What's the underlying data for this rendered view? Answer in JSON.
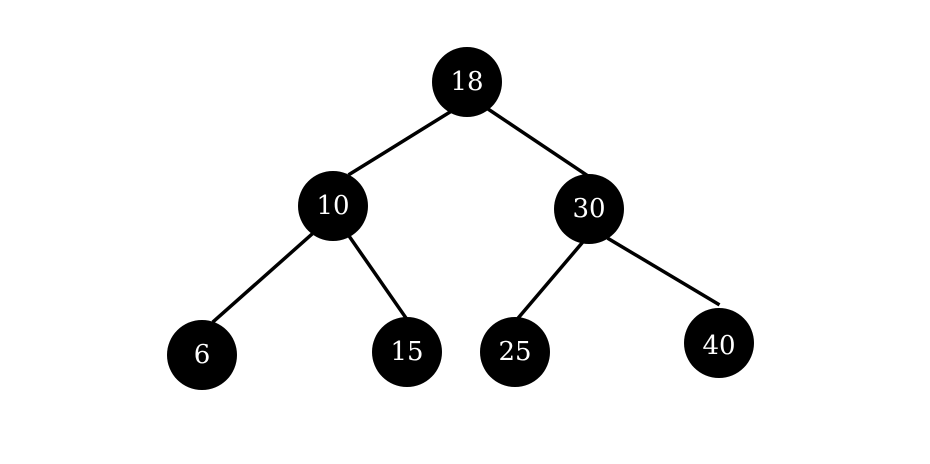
{
  "tree": {
    "nodes": [
      {
        "id": "n18",
        "label": "18"
      },
      {
        "id": "n10",
        "label": "10"
      },
      {
        "id": "n30",
        "label": "30"
      },
      {
        "id": "n6",
        "label": "6"
      },
      {
        "id": "n15",
        "label": "15"
      },
      {
        "id": "n25",
        "label": "25"
      },
      {
        "id": "n40",
        "label": "40"
      }
    ],
    "edges": [
      {
        "from": "n18",
        "to": "n10"
      },
      {
        "from": "n18",
        "to": "n30"
      },
      {
        "from": "n10",
        "to": "n6"
      },
      {
        "from": "n10",
        "to": "n15"
      },
      {
        "from": "n30",
        "to": "n25"
      },
      {
        "from": "n30",
        "to": "n40"
      }
    ],
    "colors": {
      "node_fill": "#000000",
      "node_text": "#ffffff",
      "edge": "#000000",
      "background": "#ffffff"
    }
  }
}
